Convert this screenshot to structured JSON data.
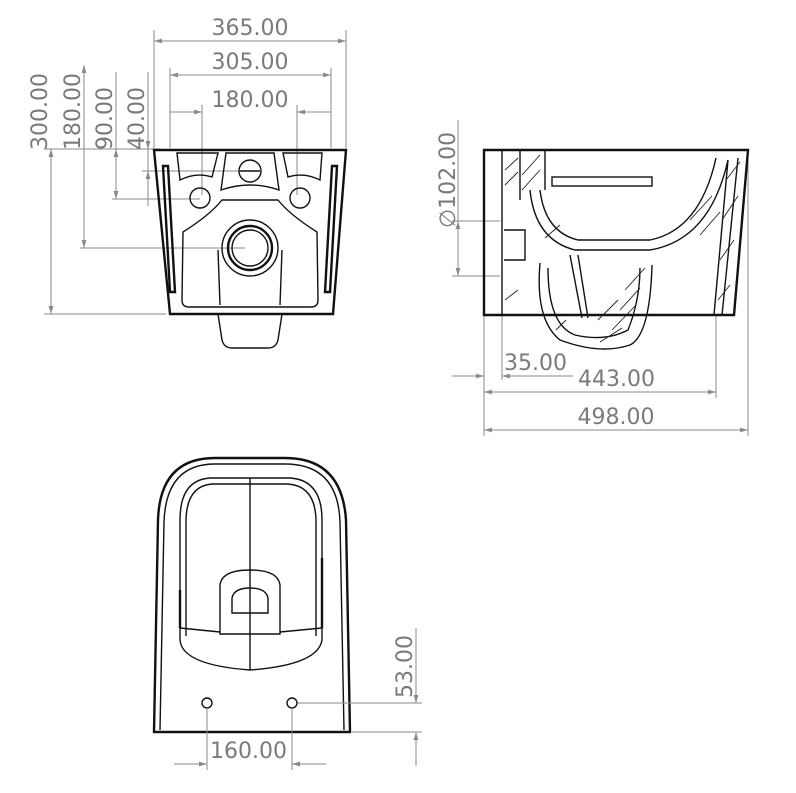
{
  "drawing": {
    "title": "Wall-hung toilet technical drawing",
    "views": {
      "rear_view": {
        "dimensions_horizontal": [
          "365.00",
          "305.00",
          "180.00"
        ],
        "dimensions_vertical": [
          "300.00",
          "180.00",
          "90.00",
          "40.00"
        ]
      },
      "side_section": {
        "diameter_label": "∅102.00",
        "dimensions_horizontal": [
          "35.00",
          "443.00",
          "498.00"
        ]
      },
      "bottom_view": {
        "dimensions_horizontal": [
          "160.00"
        ],
        "dimensions_vertical": [
          "53.00"
        ]
      }
    },
    "colors": {
      "dimension": "#8a8a8a",
      "outline": "#111111",
      "background": "#ffffff"
    }
  }
}
